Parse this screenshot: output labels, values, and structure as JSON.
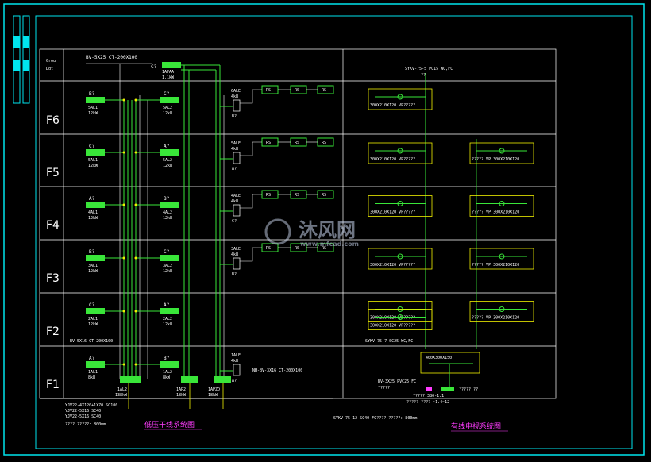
{
  "floors": [
    "F6",
    "F5",
    "F4",
    "F3",
    "F2",
    "F1"
  ],
  "legend_header": "Grou\nDdt",
  "top_left_cable": "BV-5X25 CT-200X100",
  "top_unit": {
    "code": "C?",
    "power": "1.1kW",
    "sub": "1APAA"
  },
  "left_boxes": [
    {
      "code": "B?",
      "name": "5AL1",
      "power": "12kW"
    },
    {
      "code": "C?",
      "name": "5AL1",
      "power": "12kW"
    },
    {
      "code": "A?",
      "name": "4AL1",
      "power": "12kW"
    },
    {
      "code": "B?",
      "name": "3AL1",
      "power": "12kW"
    },
    {
      "code": "C?",
      "name": "2AL1",
      "power": "12kW"
    },
    {
      "code": "A?",
      "name": "1AL1",
      "power": "8kW"
    }
  ],
  "mid_boxes": [
    {
      "code": "C?",
      "name": "5AL2",
      "power": "12kW"
    },
    {
      "code": "A?",
      "name": "5AL2",
      "power": "12kW"
    },
    {
      "code": "B?",
      "name": "4AL2",
      "power": "12kW"
    },
    {
      "code": "C?",
      "name": "3AL2",
      "power": "12kW"
    },
    {
      "code": "A?",
      "name": "2AL2",
      "power": "12kW"
    },
    {
      "code": "B?",
      "name": "1AL2",
      "power": "8kW"
    }
  ],
  "ale_units": [
    {
      "name": "6ALE",
      "power": "4kW",
      "code": "B?"
    },
    {
      "name": "5ALE",
      "power": "4kW",
      "code": "A?"
    },
    {
      "name": "4ALE",
      "power": "4kW",
      "code": "C?"
    },
    {
      "name": "3ALE",
      "power": "4kW",
      "code": "B?"
    },
    {
      "name": "",
      "power": "",
      "code": ""
    },
    {
      "name": "1ALE",
      "power": "4kW",
      "code": "A?"
    }
  ],
  "ale_small_label": "RS",
  "f2_cable": "BV-5X16 CT-200X100",
  "f1_cable": "NH-BV-3X16 CT-200X100",
  "bottom_units": [
    {
      "name": "1AL2",
      "power": "138kW"
    },
    {
      "name": "1AP2",
      "power": "18kW"
    },
    {
      "name": "1APZD",
      "power": "18kW"
    }
  ],
  "bottom_notes": [
    "YJV22-4X120+1X70 SC100",
    "YJV22-5X16 SC40",
    "YJV22-5X16 SC40",
    "???? ?????: 800mm"
  ],
  "left_caption": "低压干线系统图",
  "right_caption": "有线电视系统图",
  "tv_top_cable": "SYKV-75-5 PC15 WC,FC",
  "tv_top_sub": "??",
  "tv_box_label_left": "300X210X120 VP?????",
  "tv_box_label_right": "????? VP 300X210X120",
  "tv_f2_cable": "SYKV-75-7 SC25 WC,FC",
  "tv_main_box": "400X300X150",
  "tv_bottom_cable": "BV-3X25 PVC25 FC",
  "tv_bottom_note1": "?????",
  "tv_bottom_note2": "????? 380-1.1",
  "tv_bottom_note3": "????? ???? ~1.4~12",
  "tv_bottom_right": "????? ??",
  "tv_bottom_main": "SYKV-75-12 SC40 FC???? ?????: 800mm",
  "watermark": "沐风网",
  "watermark_url": "www.mfcad.com",
  "colors": {
    "green": "#39e639",
    "yellow": "#f0f000",
    "cyan": "#00e5ee",
    "magenta": "#ff3cff",
    "frame": "#ffffff"
  }
}
